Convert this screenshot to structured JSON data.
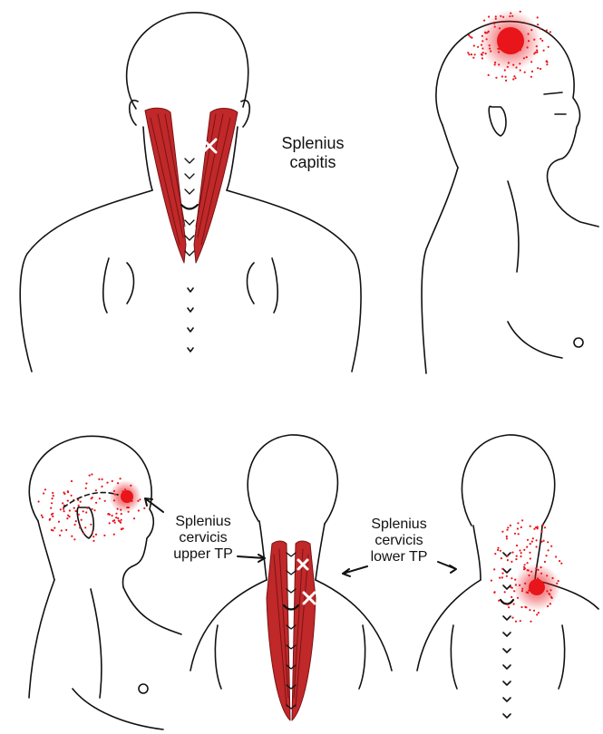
{
  "labels": {
    "splenius_capitis": {
      "line1": "Splenius",
      "line2": "capitis"
    },
    "splenius_cervicis_upper": {
      "line1": "Splenius",
      "line2": "cervicis",
      "line3": "upper TP"
    },
    "splenius_cervicis_lower": {
      "line1": "Splenius",
      "line2": "cervicis",
      "line3": "lower TP"
    }
  },
  "colors": {
    "muscle": "#c0282a",
    "muscle_dark": "#7a1414",
    "pain": "#e8151b",
    "outline": "#111111"
  },
  "trigger_marks": {
    "symbol": "X"
  }
}
